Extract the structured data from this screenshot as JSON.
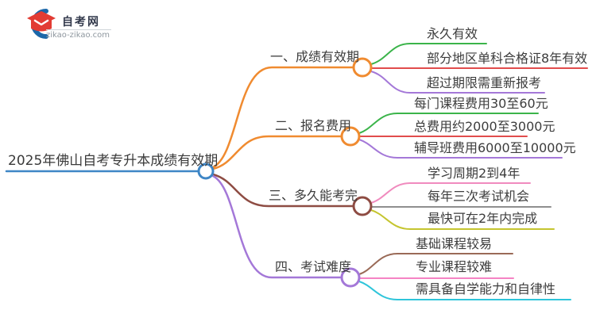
{
  "header": {
    "site_name": "自考网",
    "site_url": "zikao-zikao.com",
    "logo_blue": "#1b67a9",
    "logo_red": "#e23c34"
  },
  "mindmap": {
    "text_color": "#3d3d3d",
    "root": {
      "label": "2025年佛山自考专升本成绩有效期",
      "color": "#3e86c6"
    },
    "branches": [
      {
        "label": "一、成绩有效期",
        "color": "#f08b30",
        "children": [
          {
            "label": "永久有效",
            "color": "#3bb44a"
          },
          {
            "label": "部分地区单科合格证8年有效",
            "color": "#e14c4c"
          },
          {
            "label": "超过期限需重新报考",
            "color": "#a478d8"
          }
        ]
      },
      {
        "label": "二、报名费用",
        "color": "#f08b30",
        "children": [
          {
            "label": "每门课程费用30至60元",
            "color": "#3bb44a"
          },
          {
            "label": "总费用约2000至3000元",
            "color": "#e14c4c"
          },
          {
            "label": "辅导班费用6000至10000元",
            "color": "#a478d8"
          }
        ]
      },
      {
        "label": "三、多久能考完",
        "color": "#8e4c43",
        "children": [
          {
            "label": "学习周期2到4年",
            "color": "#f08bbe"
          },
          {
            "label": "每年三次考试机会",
            "color": "#8f8f8f"
          },
          {
            "label": "最快可在2年内完成",
            "color": "#c5c52f"
          }
        ]
      },
      {
        "label": "四、考试难度",
        "color": "#a478d8",
        "children": [
          {
            "label": "基础课程较易",
            "color": "#9a6a57"
          },
          {
            "label": "专业课程较难",
            "color": "#f583c4"
          },
          {
            "label": "需具备自学能力和自律性",
            "color": "#2fc5da"
          }
        ]
      }
    ]
  }
}
